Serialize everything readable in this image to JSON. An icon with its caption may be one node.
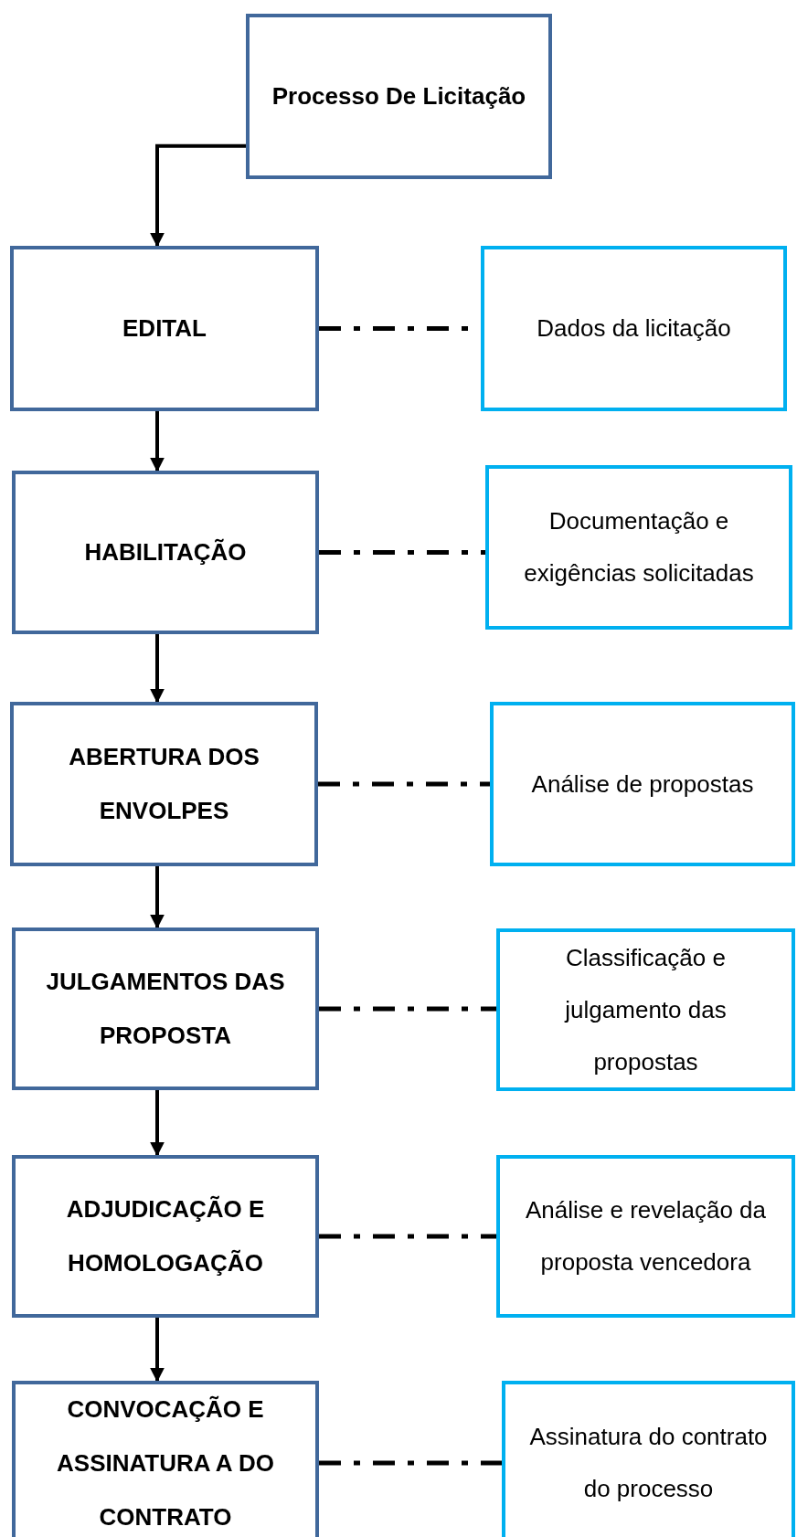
{
  "diagram": {
    "nodes": [
      {
        "text": [
          "Processo De Licitação"
        ]
      },
      {
        "text": [
          "EDITAL"
        ]
      },
      {
        "text": [
          "Dados da licitação"
        ]
      },
      {
        "text": [
          "HABILITAÇÃO"
        ]
      },
      {
        "text": [
          "Documentação e exigências solicitadas"
        ]
      },
      {
        "text": [
          "ABERTURA DOS ENVOLPES"
        ]
      },
      {
        "text": [
          "Análise de propostas"
        ]
      },
      {
        "text": [
          "JULGAMENTOS DAS PROPOSTA"
        ]
      },
      {
        "text": [
          "Classificação e julgamento das propostas"
        ]
      },
      {
        "text": [
          "ADJUDICAÇÃO E HOMOLOGAÇÃO"
        ]
      },
      {
        "text": [
          "Análise e revelação da proposta vencedora"
        ]
      },
      {
        "text": [
          "CONVOCAÇÃO E ASSINATURA A DO CONTRATO"
        ]
      },
      {
        "text": [
          "Assinatura do contrato do processo"
        ]
      }
    ],
    "edges": [
      {
        "from": 0,
        "to": 1,
        "arrow": "to"
      },
      {
        "from": 1,
        "to": 2,
        "arrow": "none",
        "style": "dashed"
      },
      {
        "from": 1,
        "to": 3,
        "arrow": "to"
      },
      {
        "from": 3,
        "to": 4,
        "arrow": "none",
        "style": "dashed"
      },
      {
        "from": 3,
        "to": 5,
        "arrow": "to"
      },
      {
        "from": 5,
        "to": 6,
        "arrow": "none",
        "style": "dashed"
      },
      {
        "from": 5,
        "to": 7,
        "arrow": "to"
      },
      {
        "from": 7,
        "to": 8,
        "arrow": "none",
        "style": "dashed"
      },
      {
        "from": 7,
        "to": 9,
        "arrow": "to"
      },
      {
        "from": 9,
        "to": 10,
        "arrow": "none",
        "style": "dashed"
      },
      {
        "from": 9,
        "to": 11,
        "arrow": "to"
      },
      {
        "from": 11,
        "to": 12,
        "arrow": "none",
        "style": "dashed"
      }
    ]
  }
}
